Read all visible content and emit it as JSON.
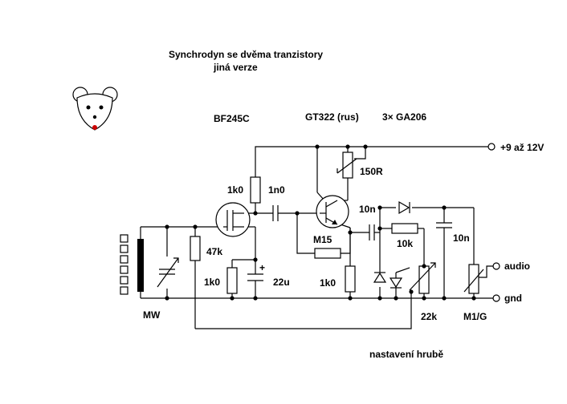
{
  "title": "Synchrodyn se dvěma tranzistory",
  "subtitle": "jiná verze",
  "transistor_fet": "BF245C",
  "transistor_bjt": "GT322 (rus)",
  "diodes": "3× GA206",
  "supply": "+9 až 12V",
  "labels": {
    "r_150": "150R",
    "r_1k0_top": "1k0",
    "c_1n0": "1n0",
    "c_10n_a": "10n",
    "c_10n_b": "10n",
    "r_47k": "47k",
    "r_m15": "M15",
    "r_10k": "10k",
    "r_1k0_src": "1k0",
    "c_22u": "22u",
    "c_plus": "+",
    "r_1k0_em": "1k0",
    "audio": "audio",
    "gnd": "gnd",
    "mw": "MW",
    "pot_22k": "22k",
    "pot_m1g": "M1/G",
    "coarse_tuning": "nastavení hrubě"
  },
  "colors": {
    "line": "#000000",
    "background": "#ffffff",
    "mouse_nose": "#cc0000"
  },
  "icons": [
    "mouse-logo-icon"
  ]
}
